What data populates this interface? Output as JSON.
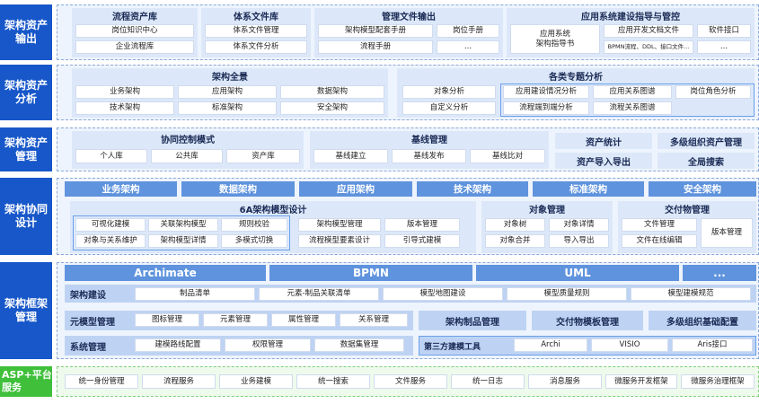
{
  "rows": {
    "output": {
      "label": "架构资产\n输出",
      "groups": [
        {
          "title": "流程资产库",
          "items": [
            "岗位知识中心",
            "企业流程库"
          ]
        },
        {
          "title": "体系文件库",
          "items": [
            "体系文件管理",
            "体系文件分析"
          ]
        },
        {
          "title": "管理文件输出",
          "items": [
            "架构模型配套手册",
            "岗位手册",
            "流程手册",
            "..."
          ]
        },
        {
          "title": "应用系统建设指导与管控",
          "items": [
            "应用系统\n架构指导书",
            "应用开发文档文件",
            "BPMN流程、DDL、接口文件...",
            "软件接口",
            "..."
          ]
        }
      ]
    },
    "analysis": {
      "label": "架构资产\n分析",
      "groups": [
        {
          "title": "架构全景",
          "items": [
            "业务架构",
            "应用架构",
            "数据架构",
            "技术架构",
            "标准架构",
            "安全架构"
          ]
        },
        {
          "title": "各类专题分析",
          "items": [
            "对象分析",
            "应用建设情况分析",
            "应用关系图谱",
            "岗位角色分析",
            "自定义分析",
            "流程端到端分析",
            "流程关系图谱"
          ]
        }
      ]
    },
    "management": {
      "label": "架构资产\n管理",
      "groups": [
        {
          "title": "协同控制模式",
          "items": [
            "个人库",
            "公共库",
            "资产库"
          ]
        },
        {
          "title": "基线管理",
          "items": [
            "基线建立",
            "基线发布",
            "基线比对"
          ]
        }
      ],
      "titles": [
        "资产统计",
        "多级组织资产管理",
        "资产导入导出",
        "全局搜索"
      ]
    },
    "collab": {
      "label": "架构协同\n设计",
      "domains": [
        "业务架构",
        "数据架构",
        "应用架构",
        "技术架构",
        "标准架构",
        "安全架构"
      ],
      "groups": [
        {
          "title": "6A架构模型设计",
          "items": [
            "可视化建模",
            "关联架构模型",
            "规则校验",
            "对象与关系维护",
            "架构模型详情",
            "多模式切换",
            "架构模型管理",
            "版本管理",
            "流程模型要素设计",
            "引导式建模"
          ]
        },
        {
          "title": "对象管理",
          "items": [
            "对象树",
            "对象详情",
            "对象合并",
            "导入导出"
          ]
        },
        {
          "title": "交付物管理",
          "items": [
            "文件管理",
            "版本管理",
            "文件在线编辑"
          ]
        }
      ]
    },
    "framework": {
      "label": "架构框架\n管理",
      "standards": [
        "Archimate",
        "BPMN",
        "UML",
        "..."
      ],
      "construction": {
        "title": "架构建设",
        "items": [
          "制品清单",
          "元素-制品关联清单",
          "模型地图建设",
          "模型质量规则",
          "模型建模规范"
        ]
      },
      "metamodel": {
        "title": "元模型管理",
        "items": [
          "图标管理",
          "元素管理",
          "属性管理",
          "关系管理"
        ]
      },
      "titles": [
        "架构制品管理",
        "交付物模板管理",
        "多级组织基础配置"
      ],
      "system": {
        "title": "系统管理",
        "items": [
          "建模路线配置",
          "权限管理",
          "数据集管理"
        ]
      },
      "thirdparty": {
        "title": "第三方建模工具",
        "items": [
          "Archi",
          "VISIO",
          "Aris接口"
        ]
      }
    },
    "platform": {
      "label": "ASP+平台\n服务",
      "items": [
        "统一身份管理",
        "流程服务",
        "业务建模",
        "统一搜索",
        "文件服务",
        "统一日志",
        "消息服务",
        "微服务开发框架",
        "微服务治理框架"
      ]
    }
  },
  "colors": {
    "label_blue": "#1757c9",
    "label_green": "#3fbf3a",
    "block_blue": "#5f93dd",
    "panel_bg": "#eef4fd",
    "group_bg": "#dce8f9"
  }
}
